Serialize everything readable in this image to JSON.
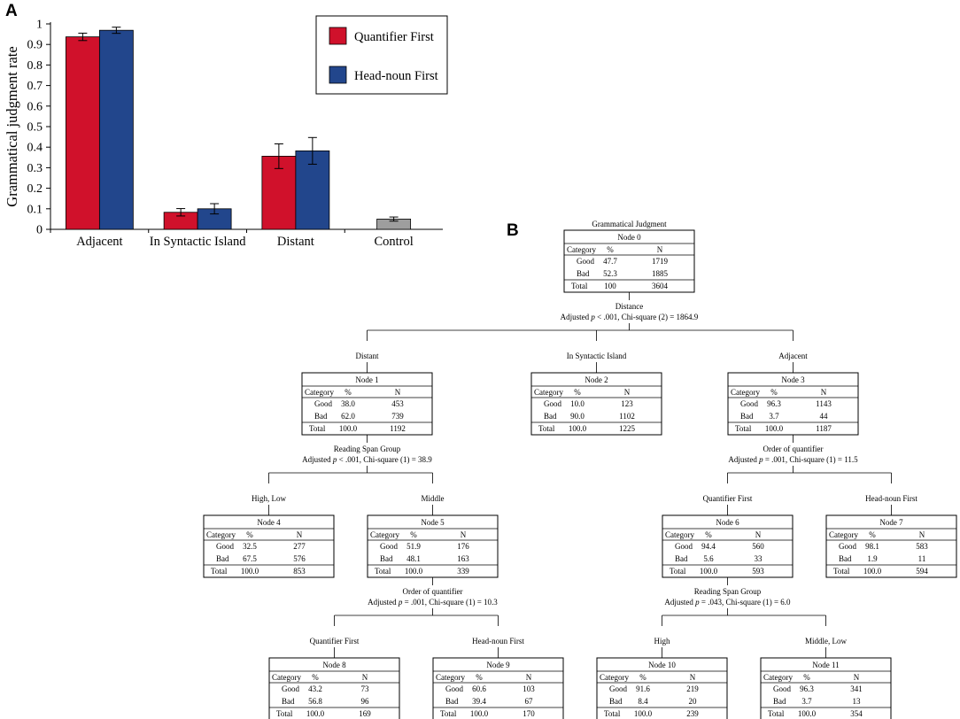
{
  "panels": {
    "a_label": "A",
    "b_label": "B"
  },
  "chart_data": {
    "type": "bar",
    "ylabel": "Grammatical judgment rate",
    "xlabel": "",
    "ylim": [
      0,
      1
    ],
    "yticks": [
      "0",
      "0.1",
      "0.2",
      "0.3",
      "0.4",
      "0.5",
      "0.6",
      "0.7",
      "0.8",
      "0.9",
      "1"
    ],
    "categories": [
      "Adjacent",
      "In Syntactic Island",
      "Distant",
      "Control"
    ],
    "series": [
      {
        "name": "Quantifier First",
        "color": "#d0112b",
        "values": [
          0.937,
          0.083,
          0.356,
          null
        ],
        "errors": [
          0.018,
          0.018,
          0.06,
          null
        ]
      },
      {
        "name": "Head-noun First",
        "color": "#22468c",
        "values": [
          0.969,
          0.1,
          0.382,
          null
        ],
        "errors": [
          0.015,
          0.025,
          0.065,
          null
        ]
      }
    ],
    "control": {
      "value": 0.05,
      "error": 0.01,
      "color": "#9e9e9e"
    },
    "legend": "top-right"
  },
  "tree": {
    "title": "Grammatical Judgment",
    "header": [
      "Category",
      "%",
      "N"
    ],
    "total_label": "Total",
    "nodes": [
      {
        "id": "Node 0",
        "rows": [
          [
            "Good",
            "47.7",
            "1719"
          ],
          [
            "Bad",
            "52.3",
            "1885"
          ]
        ],
        "total": [
          "100",
          "3604"
        ]
      },
      {
        "id": "Node 1",
        "branch": "Distant",
        "rows": [
          [
            "Good",
            "38.0",
            "453"
          ],
          [
            "Bad",
            "62.0",
            "739"
          ]
        ],
        "total": [
          "100.0",
          "1192"
        ]
      },
      {
        "id": "Node 2",
        "branch": "In Syntactic Island",
        "rows": [
          [
            "Good",
            "10.0",
            "123"
          ],
          [
            "Bad",
            "90.0",
            "1102"
          ]
        ],
        "total": [
          "100.0",
          "1225"
        ]
      },
      {
        "id": "Node 3",
        "branch": "Adjacent",
        "rows": [
          [
            "Good",
            "96.3",
            "1143"
          ],
          [
            "Bad",
            "3.7",
            "44"
          ]
        ],
        "total": [
          "100.0",
          "1187"
        ]
      },
      {
        "id": "Node 4",
        "branch": "High, Low",
        "rows": [
          [
            "Good",
            "32.5",
            "277"
          ],
          [
            "Bad",
            "67.5",
            "576"
          ]
        ],
        "total": [
          "100.0",
          "853"
        ]
      },
      {
        "id": "Node 5",
        "branch": "Middle",
        "rows": [
          [
            "Good",
            "51.9",
            "176"
          ],
          [
            "Bad",
            "48.1",
            "163"
          ]
        ],
        "total": [
          "100.0",
          "339"
        ]
      },
      {
        "id": "Node 6",
        "branch": "Quantifier First",
        "rows": [
          [
            "Good",
            "94.4",
            "560"
          ],
          [
            "Bad",
            "5.6",
            "33"
          ]
        ],
        "total": [
          "100.0",
          "593"
        ]
      },
      {
        "id": "Node 7",
        "branch": "Head-noun First",
        "rows": [
          [
            "Good",
            "98.1",
            "583"
          ],
          [
            "Bad",
            "1.9",
            "11"
          ]
        ],
        "total": [
          "100.0",
          "594"
        ]
      },
      {
        "id": "Node 8",
        "branch": "Quantifier First",
        "rows": [
          [
            "Good",
            "43.2",
            "73"
          ],
          [
            "Bad",
            "56.8",
            "96"
          ]
        ],
        "total": [
          "100.0",
          "169"
        ]
      },
      {
        "id": "Node 9",
        "branch": "Head-noun First",
        "rows": [
          [
            "Good",
            "60.6",
            "103"
          ],
          [
            "Bad",
            "39.4",
            "67"
          ]
        ],
        "total": [
          "100.0",
          "170"
        ]
      },
      {
        "id": "Node 10",
        "branch": "High",
        "rows": [
          [
            "Good",
            "91.6",
            "219"
          ],
          [
            "Bad",
            "8.4",
            "20"
          ]
        ],
        "total": [
          "100.0",
          "239"
        ]
      },
      {
        "id": "Node 11",
        "branch": "Middle, Low",
        "rows": [
          [
            "Good",
            "96.3",
            "341"
          ],
          [
            "Bad",
            "3.7",
            "13"
          ]
        ],
        "total": [
          "100.0",
          "354"
        ]
      }
    ],
    "splits": [
      {
        "parent": 0,
        "variable": "Distance",
        "pre": "Adjusted ",
        "p": "p",
        "stat": " < .001, Chi-square (2) = 1864.9",
        "children": [
          1,
          2,
          3
        ]
      },
      {
        "parent": 1,
        "variable": "Reading Span Group",
        "pre": "Adjusted ",
        "p": "p",
        "stat": " < .001, Chi-square (1) = 38.9",
        "children": [
          4,
          5
        ]
      },
      {
        "parent": 3,
        "variable": "Order of quantifier",
        "pre": "Adjusted ",
        "p": "p",
        "stat": " = .001, Chi-square (1) = 11.5",
        "children": [
          6,
          7
        ]
      },
      {
        "parent": 5,
        "variable": "Order of quantifier",
        "pre": "Adjusted ",
        "p": "p",
        "stat": " = .001, Chi-square (1) = 10.3",
        "children": [
          8,
          9
        ]
      },
      {
        "parent": 6,
        "variable": "Reading Span Group",
        "pre": "Adjusted ",
        "p": "p",
        "stat": " = .043, Chi-square (1) = 6.0",
        "children": [
          10,
          11
        ]
      }
    ]
  }
}
